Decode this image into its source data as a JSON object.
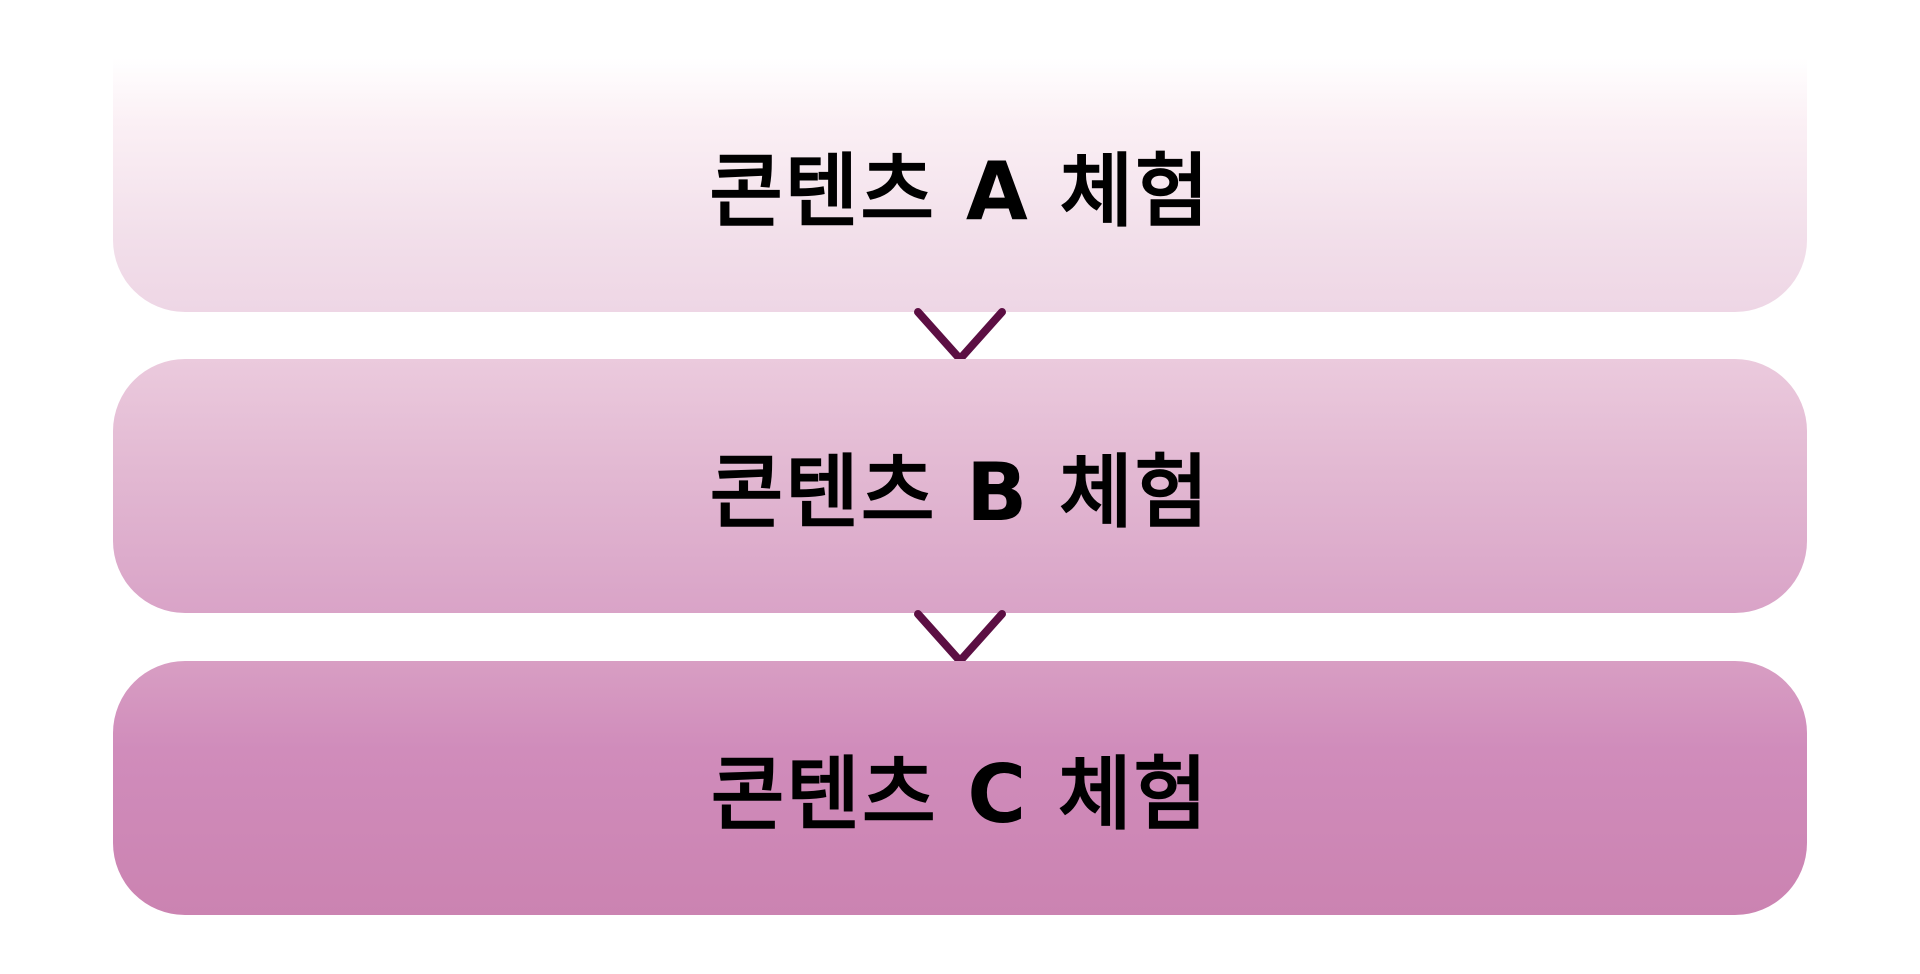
{
  "steps": [
    {
      "label": "콘텐츠 A 체험"
    },
    {
      "label": "콘텐츠 B 체험"
    },
    {
      "label": "콘텐츠 C 체험"
    }
  ],
  "colors": {
    "arrow": "#5c0f43",
    "step_a": "#f2dfea",
    "step_b": "#dfb0cd",
    "step_c": "#cb83b1",
    "text": "#000000"
  },
  "icons": {
    "connector": "chevron-down-icon"
  }
}
